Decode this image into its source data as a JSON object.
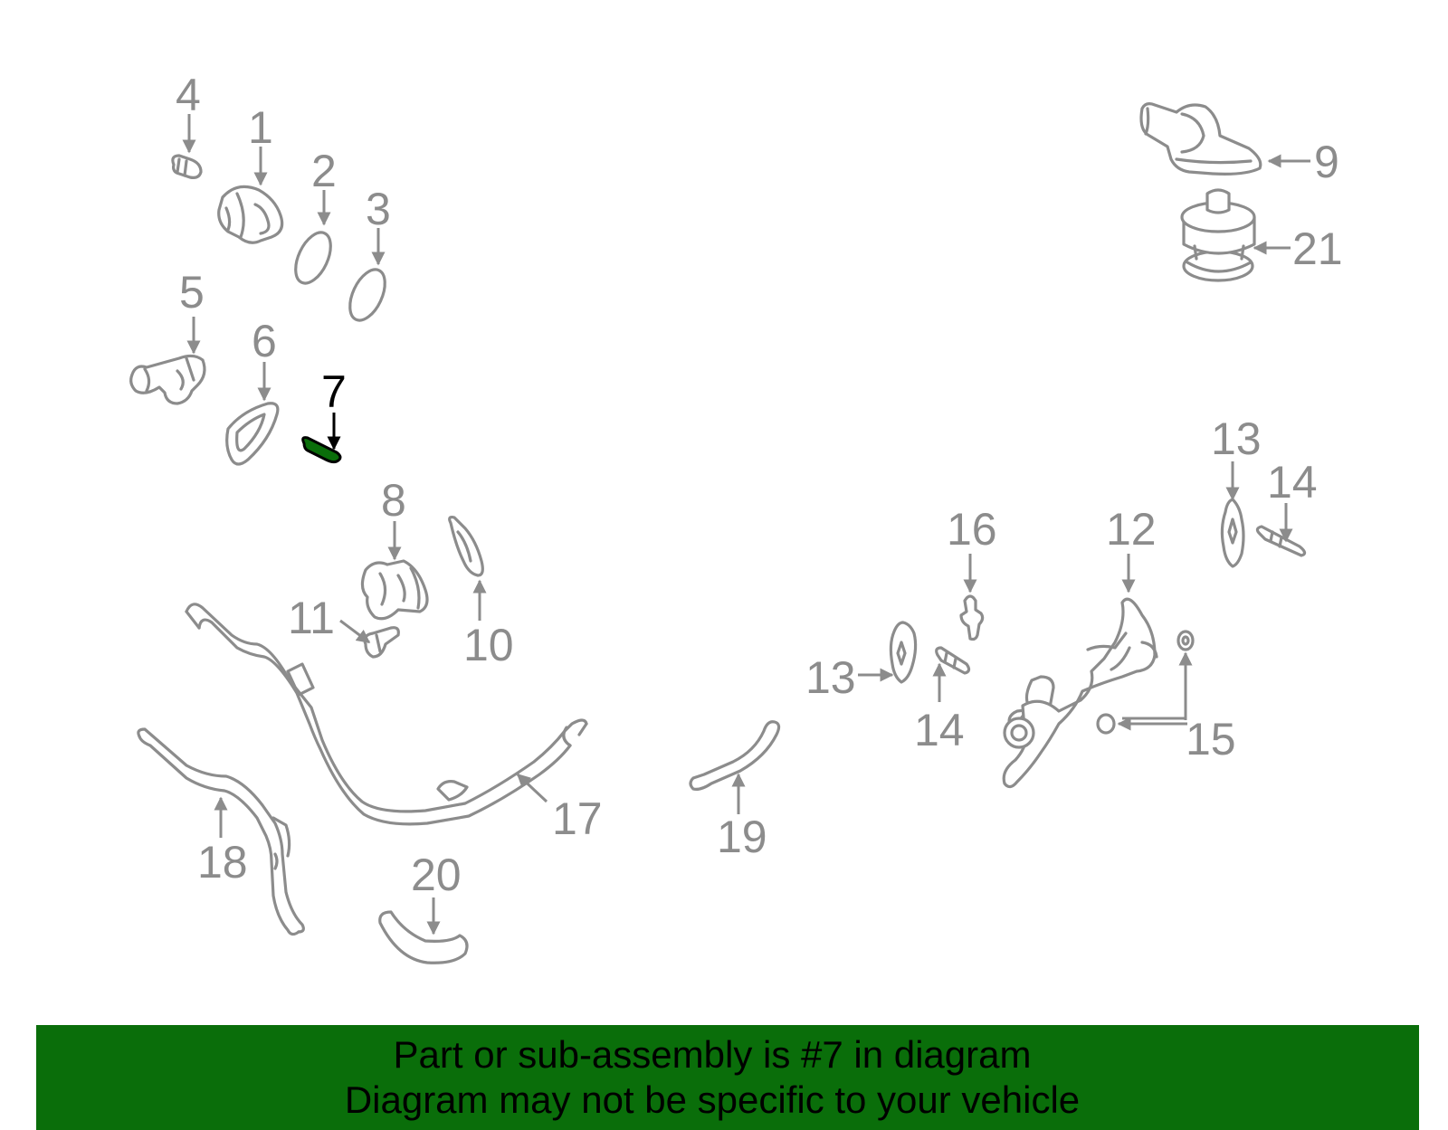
{
  "diagram": {
    "highlight_callout": "7",
    "highlight_color": "#0a6e0a",
    "part_color": "#8c8c8c",
    "callouts": {
      "c1": "1",
      "c2": "2",
      "c3": "3",
      "c4": "4",
      "c5": "5",
      "c6": "6",
      "c7": "7",
      "c8": "8",
      "c9": "9",
      "c10": "10",
      "c11": "11",
      "c12": "12",
      "c13a": "13",
      "c13b": "13",
      "c14a": "14",
      "c14b": "14",
      "c15": "15",
      "c16": "16",
      "c17": "17",
      "c18": "18",
      "c19": "19",
      "c20": "20",
      "c21": "21"
    }
  },
  "banner": {
    "line1": "Part or sub-assembly is #7 in diagram",
    "line2": "Diagram may not be specific to your vehicle",
    "background": "#0a6e0a"
  }
}
